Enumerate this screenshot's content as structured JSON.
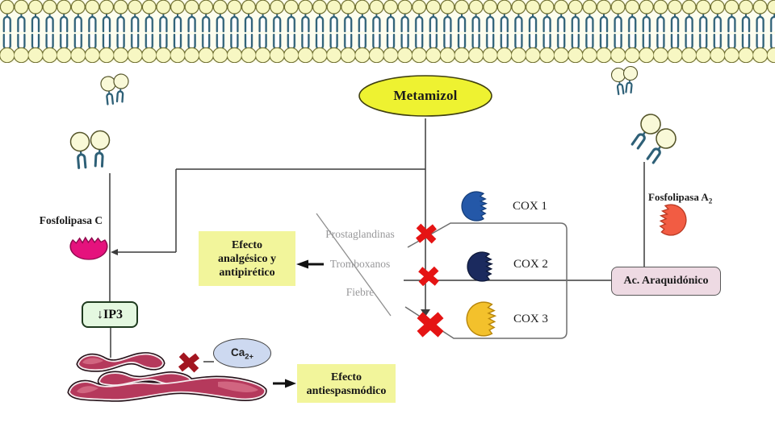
{
  "diagram_title": "Metamizol",
  "nodes": {
    "metamizol": {
      "label": "Metamizol"
    },
    "fosfolipasa_c": {
      "label": "Fosfolipasa C"
    },
    "fosfolipasa_a2": {
      "label": "Fosfolipasa A",
      "subscript": "2"
    },
    "cox1": {
      "label": "COX 1"
    },
    "cox2": {
      "label": "COX 2"
    },
    "cox3": {
      "label": "COX 3"
    },
    "ac_araquidonico": {
      "label": "Ac. Araquidónico"
    },
    "ip3": {
      "label": "↓IP3"
    },
    "calcium": {
      "label": "Ca",
      "subscript": "2+"
    },
    "efecto_analgesico": {
      "line1": "Efecto",
      "line2": "analgésico y",
      "line3": "antipirético"
    },
    "efecto_antiespasmodico": {
      "line1": "Efecto",
      "line2": "antiespasmódico"
    }
  },
  "blocked_outputs": [
    "Prostaglandinas",
    "Tromboxanos",
    "Fiebre"
  ],
  "colors": {
    "metamizol_fill": "#eef231",
    "effect_box_fill": "#f2f59b",
    "ip3_box_fill": "#e4f8e0",
    "araquidonico_box_fill": "#eedae3",
    "calcium_fill": "#cdd9f0",
    "block_x_red": "#e51414",
    "block_x_dark_red": "#a31520",
    "cox1_blue": "#2458a8",
    "cox2_navy": "#1b2a5e",
    "cox3_gold": "#f3c12c",
    "fosfolipasa_c_pink": "#e5127d",
    "fosfolipasa_a2_orange": "#f25c43",
    "membrane_head_yellow": "#f7f7c3",
    "membrane_tail_blue": "#2e6077",
    "er_red": "#b5395c",
    "blocked_text_gray": "#98989a"
  }
}
